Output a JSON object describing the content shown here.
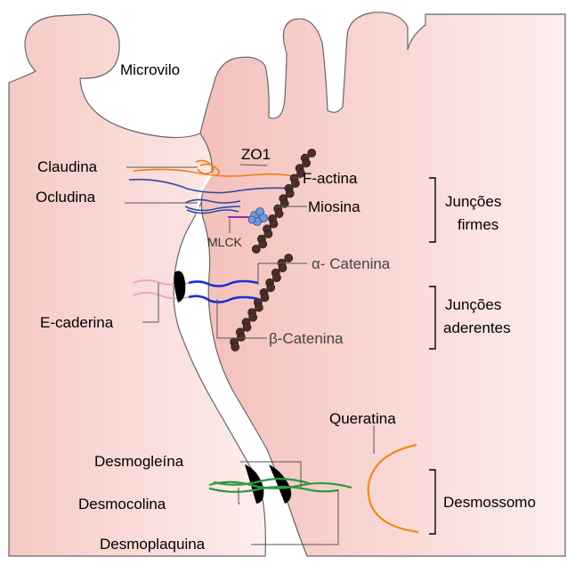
{
  "labels": {
    "microvilo": "Microvilo",
    "zo1": "ZO1",
    "claudina": "Claudina",
    "f_actina": "F-actina",
    "ocludina": "Ocludina",
    "miosina": "Miosina",
    "mlck": "MLCK",
    "alfa_catenina": "α- Catenina",
    "e_caderina": "E-caderina",
    "beta_catenina": "β-Catenina",
    "queratina": "Queratina",
    "desmogleina": "Desmogleína",
    "desmocolina": "Desmocolina",
    "desmoplaquina": "Desmoplaquina"
  },
  "junctions": {
    "firmes_line1": "Junções",
    "firmes_line2": "firmes",
    "aderentes_line1": "Junções",
    "aderentes_line2": "aderentes",
    "desmossomo": "Desmossomo"
  },
  "colors": {
    "cell_fill": "#f9d7d4",
    "cell_fill_light": "#fdf0ef",
    "cell_outline": "#666666",
    "claudina": "#f47a1f",
    "ocludina": "#2a4aa8",
    "actin": "#4a2e29",
    "myosin": "#6e9ad8",
    "mlck": "#8a2fa8",
    "cadherin": "#f3a0c8",
    "catenin": "#1b2fcf",
    "desmo_green": "#2f9a3f",
    "keratin": "#f28a1c",
    "plaque": "#000000"
  }
}
